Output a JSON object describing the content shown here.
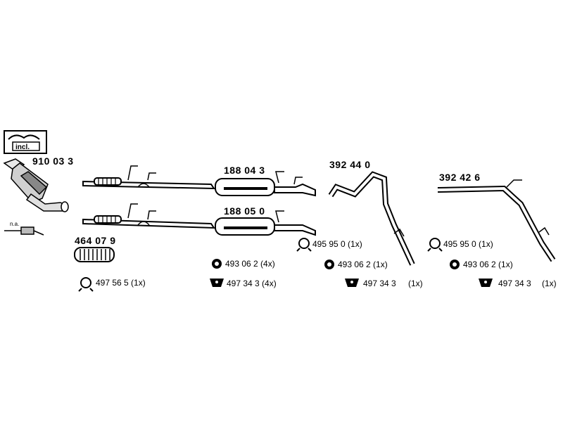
{
  "catalyst_kit": {
    "badge": "incl.",
    "part": "910 03 3",
    "note": "n.a."
  },
  "flex_pipe": {
    "part": "464 07 9"
  },
  "front_systems": [
    {
      "part": "188 04 3"
    },
    {
      "part": "188 05 0"
    }
  ],
  "rear_pipes": [
    {
      "part": "392 44 0"
    },
    {
      "part": "392 42 6"
    }
  ],
  "fittings": {
    "clamp_front": "497 56 5 (1x)",
    "mid_clip": "493 06 2 (4x)",
    "mid_rubber": "497 34 3 (4x)",
    "rear1_ring": "495 95 0 (1x)",
    "rear1_clip": "493 06 2 (1x)",
    "rear1_rubber": "497 34 3",
    "rear1_rubber_qty": "(1x)",
    "rear2_ring": "495 95 0 (1x)",
    "rear2_clip": "493 06 2 (1x)",
    "rear2_rubber": "497 34 3",
    "rear2_rubber_qty": "(1x)"
  }
}
